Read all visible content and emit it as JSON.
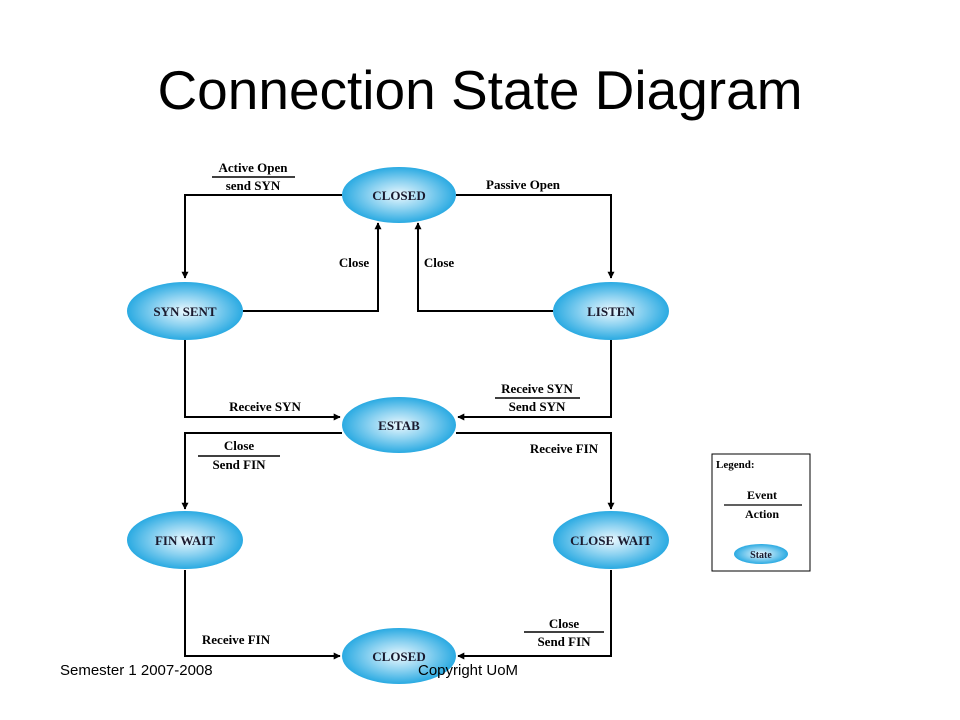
{
  "slide": {
    "title": "Connection State Diagram",
    "footer_left": "Semester 1 2007-2008",
    "footer_right": "Copyright UoM"
  },
  "states": {
    "closed_top": "CLOSED",
    "syn_sent": "SYN SENT",
    "listen": "LISTEN",
    "estab": "ESTAB",
    "fin_wait": "FIN WAIT",
    "close_wait": "CLOSE WAIT",
    "closed_bottom": "CLOSED"
  },
  "transitions": {
    "active_open": {
      "event": "Active Open",
      "action": "send SYN"
    },
    "passive_open": {
      "event": "Passive Open"
    },
    "syn_sent_close": {
      "event": "Close"
    },
    "listen_close": {
      "event": "Close"
    },
    "receive_syn": {
      "event": "Receive SYN"
    },
    "listen_to_estab": {
      "event": "Receive SYN",
      "action": "Send SYN"
    },
    "estab_close": {
      "event": "Close",
      "action": "Send FIN"
    },
    "estab_receive_fin": {
      "event": "Receive FIN"
    },
    "fin_wait_receive_fin": {
      "event": "Receive FIN"
    },
    "close_wait_close": {
      "event": "Close",
      "action": "Send FIN"
    }
  },
  "legend": {
    "title": "Legend:",
    "event": "Event",
    "action": "Action",
    "state": "State"
  },
  "colors": {
    "state_fill_center": "#e9f7fd",
    "state_fill_edge": "#1da9e3",
    "line": "#000000"
  }
}
